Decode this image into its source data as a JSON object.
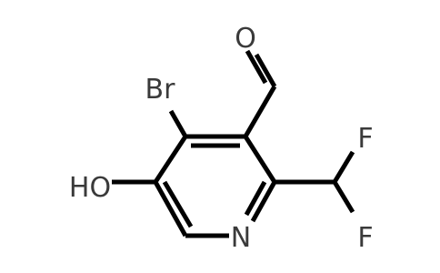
{
  "molecule": {
    "atoms": {
      "bromine": "Br",
      "oxygen_aldehyde": "O",
      "fluorine_top": "F",
      "fluorine_bottom": "F",
      "hydroxyl": "HO",
      "ring_nitrogen": "N"
    },
    "colors": {
      "bond": "#000000",
      "label": "#3a3a3a",
      "background": "#ffffff"
    }
  }
}
